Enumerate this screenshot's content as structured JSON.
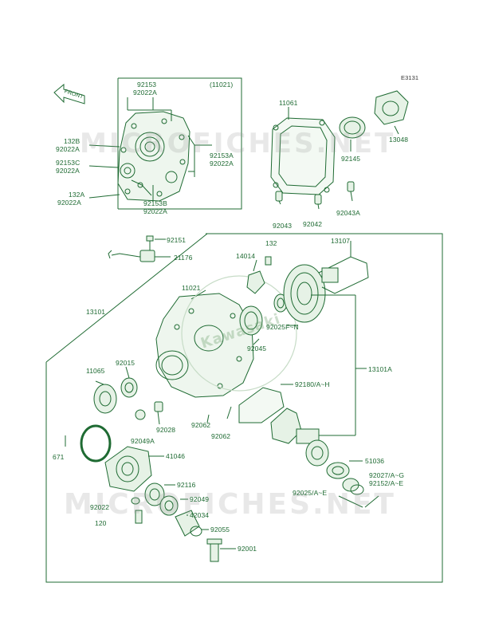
{
  "diagram": {
    "code": "E3131",
    "front_label": "FRONT",
    "logo": "Kawasaki",
    "watermark": "MICROFICHES.NET",
    "colors": {
      "line": "#1f6b33",
      "fill": "#d8ecd8",
      "watermark": "#9a9a9a"
    },
    "labels": {
      "p92153_top": "92153",
      "p92022a_top": "92022A",
      "p11021_paren": "(11021)",
      "p132b": "132B",
      "p92022a_b": "92022A",
      "p92153c": "92153C",
      "p92022a_c": "92022A",
      "p132a": "132A",
      "p92022a_d": "92022A",
      "p92153a": "92153A",
      "p92022a_e": "92022A",
      "p92153b": "92153B",
      "p92022a_f": "92022A",
      "p11061": "11061",
      "p13048": "13048",
      "p92145": "92145",
      "p92043": "92043",
      "p92042": "92042",
      "p92043a": "92043A",
      "p92151": "92151",
      "p21176": "21176",
      "p132": "132",
      "p14014": "14014",
      "p13107": "13107",
      "p11021": "11021",
      "p13101": "13101",
      "p92025fn": "92025F~N",
      "p92045": "92045",
      "p13101a": "13101A",
      "p92015": "92015",
      "p11065": "11065",
      "p92180": "92180/A~H",
      "p92028": "92028",
      "p92049a": "92049A",
      "p92062a": "92062",
      "p92062b": "92062",
      "p671": "671",
      "p41046": "41046",
      "p51036": "51036",
      "p92027": "92027/A~G",
      "p92152": "92152/A~E",
      "p92025ae": "92025/A~E",
      "p92116": "92116",
      "p92049": "92049",
      "p92022": "92022",
      "p42034": "42034",
      "p120": "120",
      "p92055": "92055",
      "p92001": "92001"
    }
  }
}
